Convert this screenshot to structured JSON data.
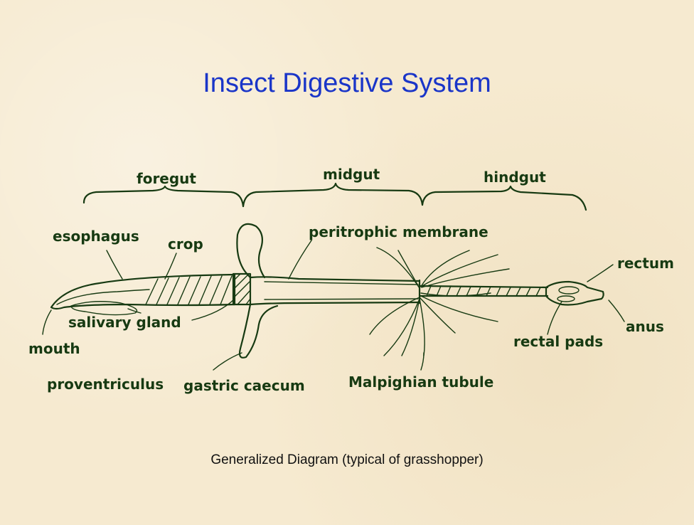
{
  "title": "Insect Digestive System",
  "caption": "Generalized Diagram (typical of grasshopper)",
  "regions": {
    "foregut": "foregut",
    "midgut": "midgut",
    "hindgut": "hindgut"
  },
  "labels": {
    "esophagus": "esophagus",
    "crop": "crop",
    "peritrophic_membrane": "peritrophic membrane",
    "rectum": "rectum",
    "salivary_gland": "salivary gland",
    "mouth": "mouth",
    "anus": "anus",
    "rectal_pads": "rectal pads",
    "proventriculus": "proventriculus",
    "gastric_caecum": "gastric caecum",
    "malpighian_tubule": "Malpighian tubule"
  },
  "colors": {
    "title": "#1a35c8",
    "ink": "#173a12",
    "background": "#f6ead0"
  }
}
